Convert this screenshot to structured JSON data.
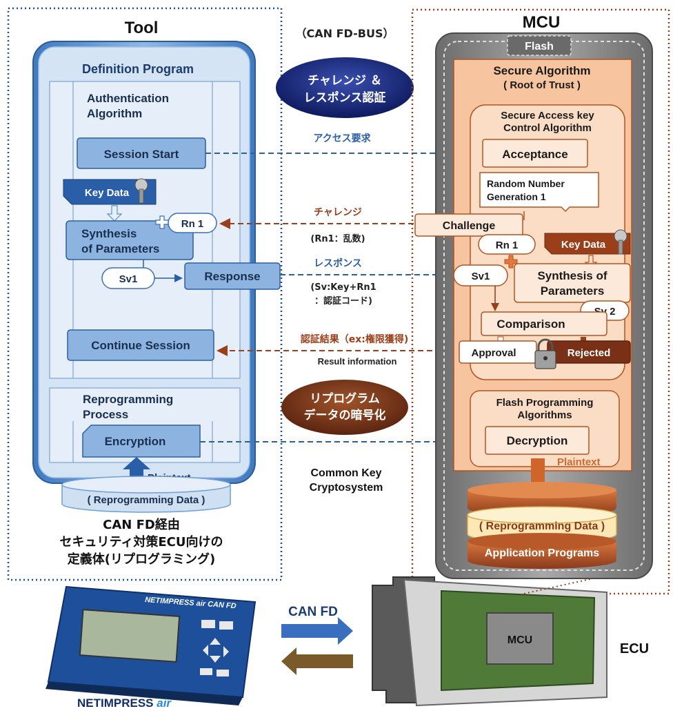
{
  "tool": {
    "title": "Tool",
    "definition_program": "Definition Program",
    "auth_algorithm_line1": "Authentication",
    "auth_algorithm_line2": "Algorithm",
    "session_start": "Session Start",
    "key_data": "Key Data",
    "synthesis_line1": "Synthesis",
    "synthesis_line2": "of Parameters",
    "rn1": "Rn 1",
    "sv1": "Sv1",
    "response": "Response",
    "continue_session": "Continue Session",
    "reprogramming_process_line1": "Reprogramming",
    "reprogramming_process_line2": "Process",
    "encryption": "Encryption",
    "plaintext": "Plaintext",
    "reprogramming_data": "( Reprogramming Data )"
  },
  "bus": {
    "title": "（CAN FD-BUS）",
    "challenge_response_line1": "チャレンジ ＆",
    "challenge_response_line2": "レスポンス認証",
    "access_request": "アクセス要求",
    "challenge_jp": "チャレンジ",
    "rn1_note": "(Rn1：乱数)",
    "response_jp": "レスポンス",
    "sv_note_line1": "(Sv:Key+Rn1",
    "sv_note_line2": "：認証コード)",
    "auth_result": "認証結果（ex:権限獲得)",
    "result_info": "Result information",
    "reprogram_encrypt_line1": "リプログラム",
    "reprogram_encrypt_line2": "データの暗号化",
    "common_key_line1": "Common Key",
    "common_key_line2": "Cryptosystem"
  },
  "mcu": {
    "title": "MCU",
    "flash": "Flash",
    "secure_algorithm": "Secure Algorithm",
    "root_of_trust": "( Root of Trust )",
    "secure_access_line1": "Secure Access key",
    "secure_access_line2": "Control Algorithm",
    "acceptance": "Acceptance",
    "random_line1": "Random Number",
    "random_line2": "Generation 1",
    "challenge": "Challenge",
    "rn1": "Rn 1",
    "key_data": "Key Data",
    "sv1": "Sv1",
    "synthesis_line1": "Synthesis of",
    "synthesis_line2": "Parameters",
    "sv2": "Sv 2",
    "comparison": "Comparison",
    "approval": "Approval",
    "rejected": "Rejected",
    "flash_prog_line1": "Flash Programming",
    "flash_prog_line2": "Algorithms",
    "decryption": "Decryption",
    "plaintext": "Plaintext",
    "reprogramming_data": "( Reprogramming Data )",
    "application_programs": "Application Programs"
  },
  "bottom": {
    "caption_line1": "CAN FD経由",
    "caption_line2": "セキュリティ対策ECU向けの",
    "caption_line3": "定義体(リプログラミング)",
    "device_brand": "NETIMPRESS air CAN FD",
    "device_name_part1": "NETIMPRESS ",
    "device_name_part2": "air",
    "can_fd": "CAN FD",
    "ecu_chip": "MCU",
    "ecu": "ECU"
  },
  "colors": {
    "blue_dark": "#1f4f8f",
    "blue_mid": "#6f9fd4",
    "blue_light": "#cfe0f2",
    "orange_dark": "#b4531f",
    "orange_light": "#fbdcc5",
    "brown_dark": "#8a3a1c",
    "navy_ellipse": "#1a2a7a"
  }
}
